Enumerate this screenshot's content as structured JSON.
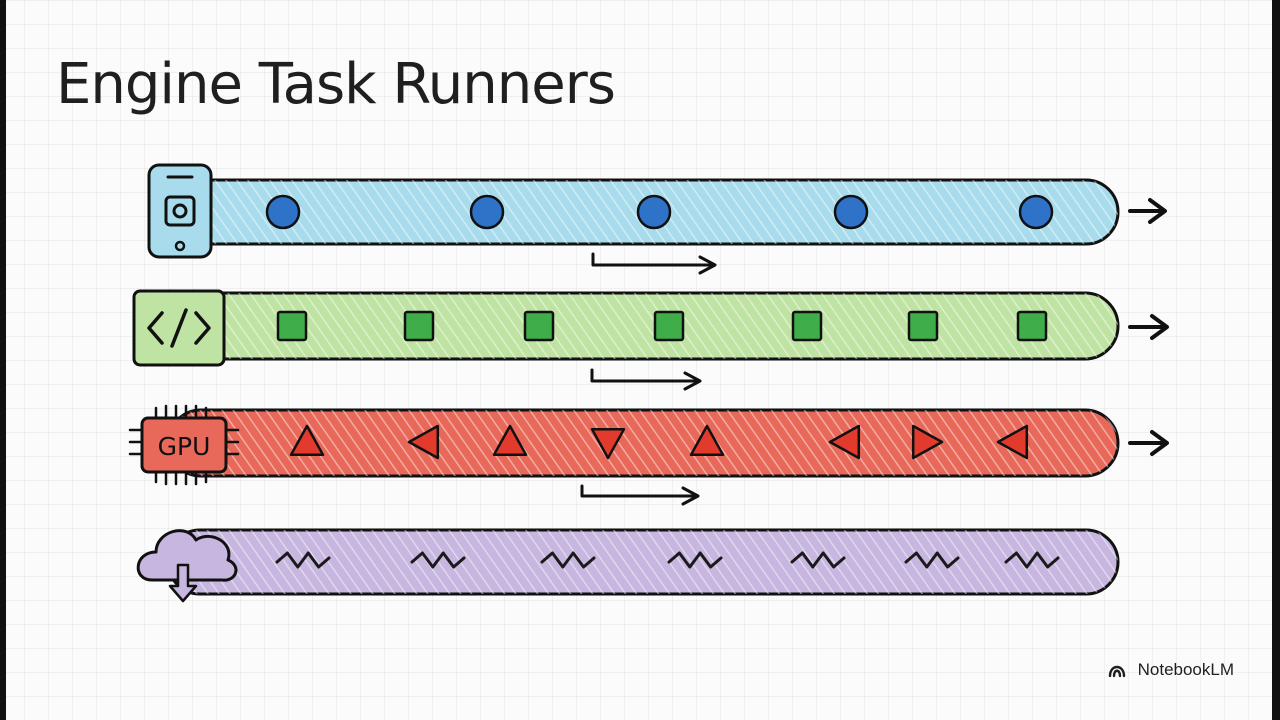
{
  "title": "Engine Task Runners",
  "icons": {
    "lane1": "mobile-phone-icon",
    "lane2": "code-brackets-icon",
    "lane3": "gpu-chip-icon",
    "lane4": "cloud-download-icon"
  },
  "lanes": [
    {
      "id": "platform",
      "color": "#a8dcec",
      "token": "circle",
      "token_color": "#2f73c9",
      "token_count": 5,
      "has_output_arrow": true,
      "has_flow_arrow": true
    },
    {
      "id": "ui",
      "color": "#bfe3a3",
      "token": "square",
      "token_color": "#3fae4a",
      "token_count": 7,
      "has_output_arrow": true,
      "has_flow_arrow": true
    },
    {
      "id": "raster",
      "color": "#e8685a",
      "token": "triangle",
      "token_color": "#e23a2c",
      "token_count": 8,
      "has_output_arrow": true,
      "has_flow_arrow": true,
      "icon_label": "GPU"
    },
    {
      "id": "io",
      "color": "#c7b6df",
      "token": "squiggle",
      "token_color": "#1a1a1a",
      "token_count": 7,
      "has_output_arrow": false,
      "has_flow_arrow": false
    }
  ],
  "brand": {
    "name": "NotebookLM",
    "icon": "notebooklm-logo-icon"
  }
}
